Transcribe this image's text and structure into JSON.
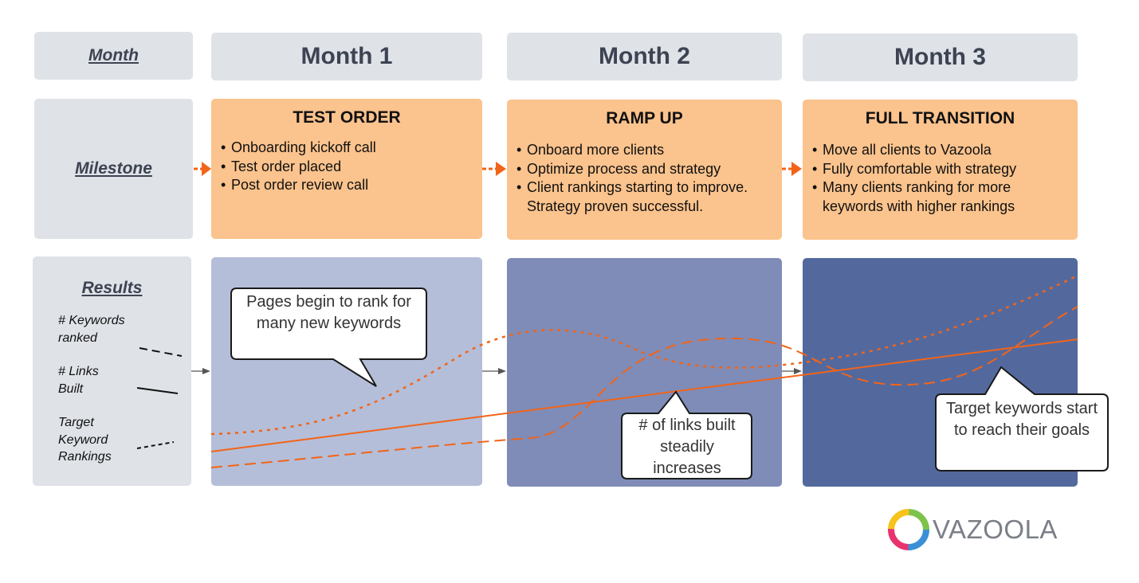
{
  "header": {
    "row_label": "Month",
    "months": [
      "Month 1",
      "Month 2",
      "Month 3"
    ]
  },
  "milestones": {
    "row_label": "Milestone",
    "items": [
      {
        "title": "TEST ORDER",
        "bullets": [
          "Onboarding kickoff call",
          "Test order placed",
          "Post order review call"
        ]
      },
      {
        "title": "RAMP UP",
        "bullets": [
          "Onboard more clients",
          "Optimize process and strategy",
          "Client rankings starting to improve. Strategy proven successful."
        ]
      },
      {
        "title": "FULL TRANSITION",
        "bullets": [
          "Move all clients to Vazoola",
          "Fully comfortable with strategy",
          "Many clients ranking for more keywords with higher rankings"
        ]
      }
    ]
  },
  "results": {
    "row_label": "Results",
    "legend": [
      {
        "label": "# Keywords ranked",
        "line_style": "long-dash"
      },
      {
        "label": "# Links Built",
        "line_style": "solid"
      },
      {
        "label": "Target Keyword Rankings",
        "line_style": "short-dash"
      }
    ],
    "callouts": [
      "Pages begin to rank for many new keywords",
      "# of links built steadily increases",
      "Target keywords start to reach their goals"
    ]
  },
  "logo": {
    "text": "VAZOOLA"
  },
  "colors": {
    "gray_box": "#dfe2e7",
    "milestone": "#fbc38d",
    "arrow": "#f26419",
    "result_month1": "#b5bed8",
    "result_month2": "#7f8cb8",
    "result_month3": "#53699e",
    "curve": "#f26419"
  }
}
